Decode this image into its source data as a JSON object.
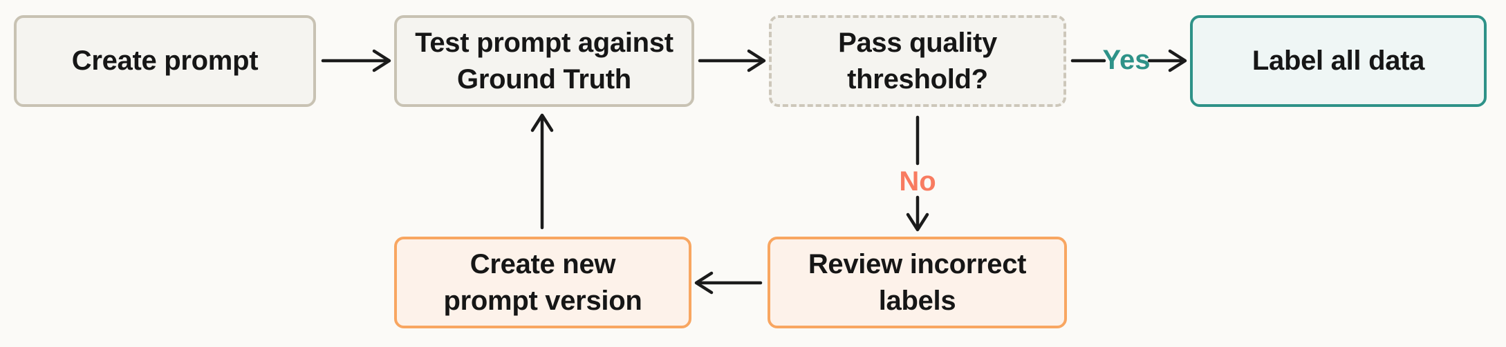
{
  "diagram": {
    "title": "",
    "nodes": [
      {
        "id": "create-prompt",
        "style": "neutral",
        "lines": [
          "Create prompt"
        ]
      },
      {
        "id": "test-prompt",
        "style": "neutral",
        "lines": [
          "Test prompt against",
          "Ground Truth"
        ]
      },
      {
        "id": "pass-quality-threshold",
        "style": "dashed",
        "lines": [
          "Pass quality",
          "threshold?"
        ]
      },
      {
        "id": "label-all-data",
        "style": "teal",
        "lines": [
          "Label all data"
        ]
      },
      {
        "id": "review-incorrect-labels",
        "style": "orange",
        "lines": [
          "Review incorrect",
          "labels"
        ]
      },
      {
        "id": "create-new-prompt-version",
        "style": "orange",
        "lines": [
          "Create new",
          "prompt version"
        ]
      }
    ],
    "edge_labels": {
      "yes": "Yes",
      "no": "No"
    }
  },
  "colors": {
    "background": "#FBFAF7",
    "text": "#161616",
    "arrow": "#1B1B1B",
    "neutral_fill": "#F5F4F0",
    "neutral_border": "#C8C2B3",
    "dashed_border": "#CDC7BA",
    "teal": "#2E9288",
    "teal_fill": "#EFF6F5",
    "orange_border": "#F8A661",
    "orange_fill": "#FDF2EA",
    "coral": "#F87B60"
  }
}
